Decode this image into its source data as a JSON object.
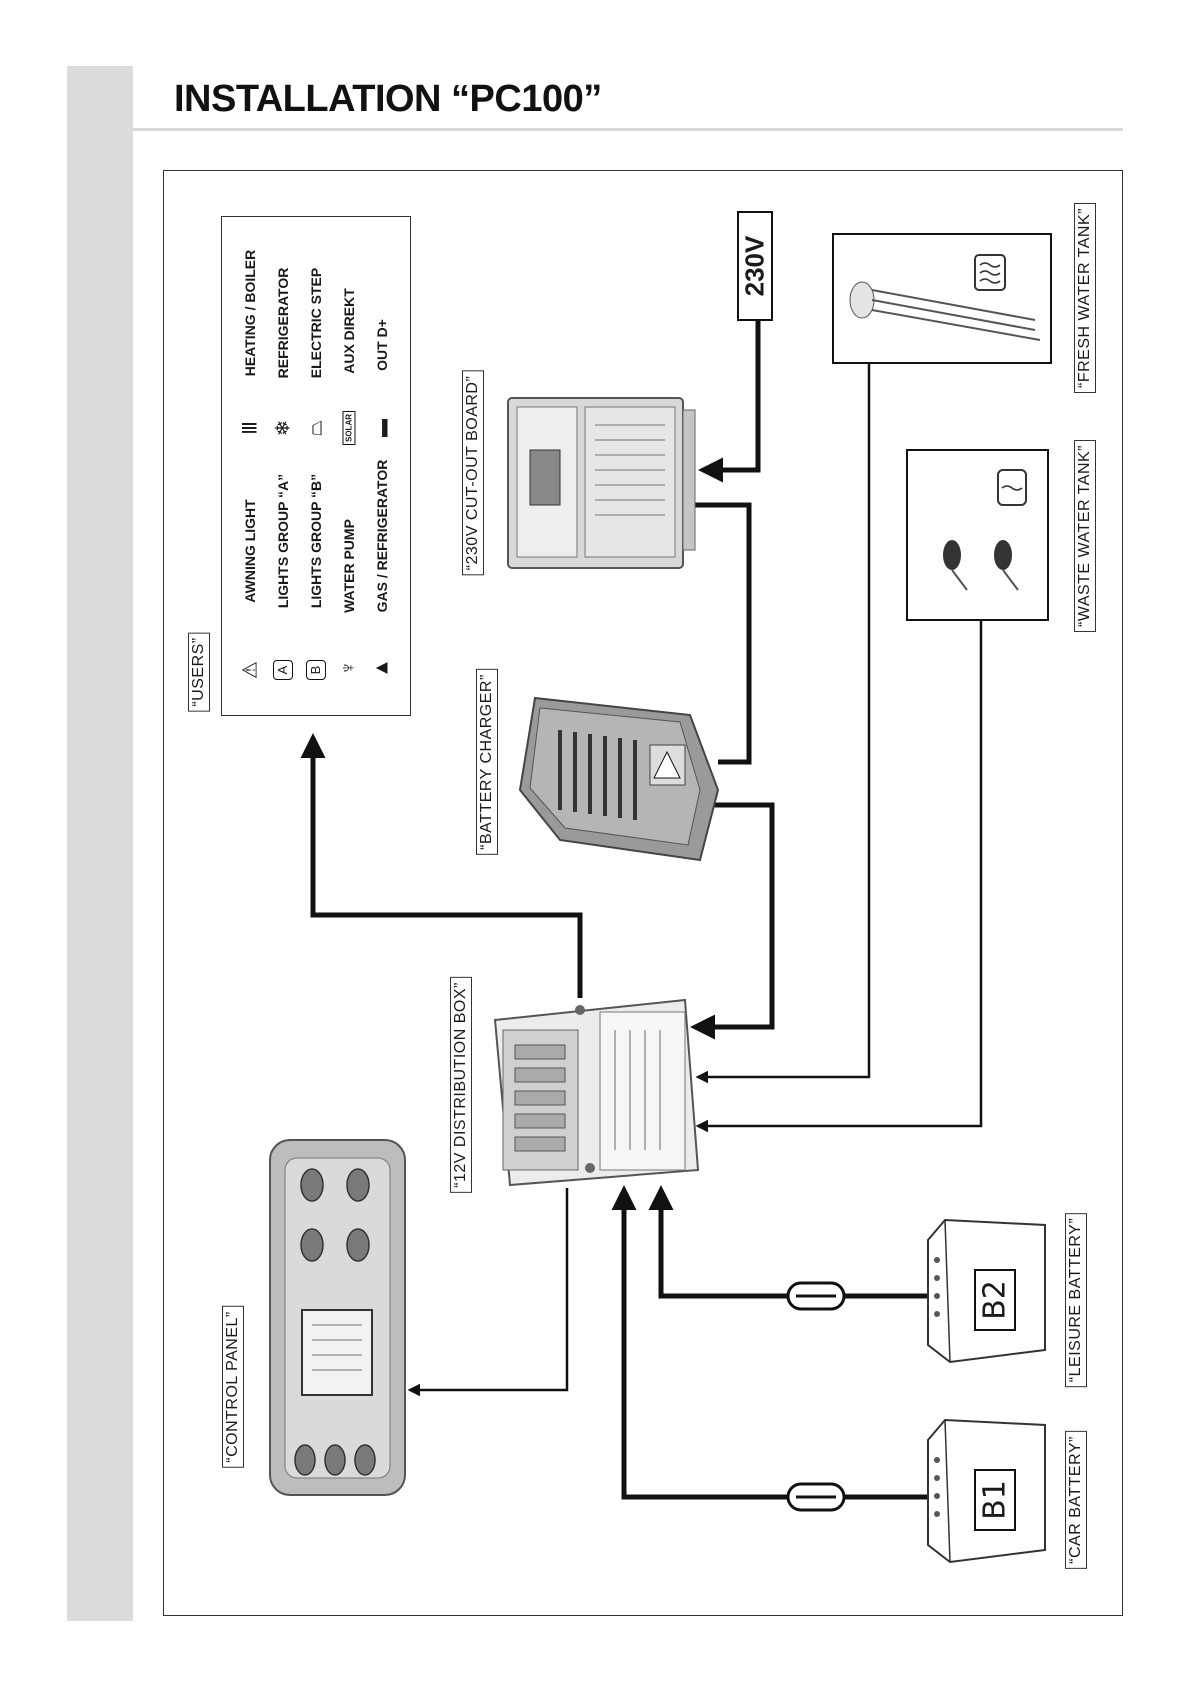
{
  "header": {
    "title": "INSTALLATION “PC100”"
  },
  "power": {
    "voltage": "230V"
  },
  "components": {
    "users": "“USERS”",
    "cutout_board": "“230V CUT-OUT BOARD”",
    "battery_charger": "“BATTERY CHARGER”",
    "distribution_box": "“12V DISTRIBUTION BOX”",
    "control_panel": "“CONTROL PANEL”",
    "fresh_water_tank": "“FRESH WATER TANK”",
    "waste_water_tank": "“WASTE WATER TANK”",
    "leisure_battery": "“LEISURE BATTERY”",
    "car_battery": "“CAR BATTERY”"
  },
  "users": {
    "left_column": [
      "AWNING LIGHT",
      "LIGHTS GROUP “A”",
      "LIGHTS GROUP “B”",
      "WATER PUMP",
      "GAS / REFRIGERATOR"
    ],
    "right_column": [
      "HEATING / BOILER",
      "REFRIGERATOR",
      "ELECTRIC STEP",
      "AUX DIREKT",
      "OUT D+"
    ],
    "left_icons": [
      "awning-light-icon",
      "group-a-icon",
      "group-b-icon",
      "water-pump-icon",
      "gas-flame-icon"
    ],
    "right_icons": [
      "radiator-icon",
      "snowflake-icon",
      "step-icon",
      "solar-icon",
      "battery-icon"
    ],
    "group_a_letter": "A",
    "group_b_letter": "B",
    "solar_text": "SOLAR"
  },
  "batteries": {
    "leisure_id": "B2",
    "car_id": "B1"
  },
  "colors": {
    "wire": "#111111",
    "device": "#c9c9c9",
    "frame": "#333333"
  }
}
